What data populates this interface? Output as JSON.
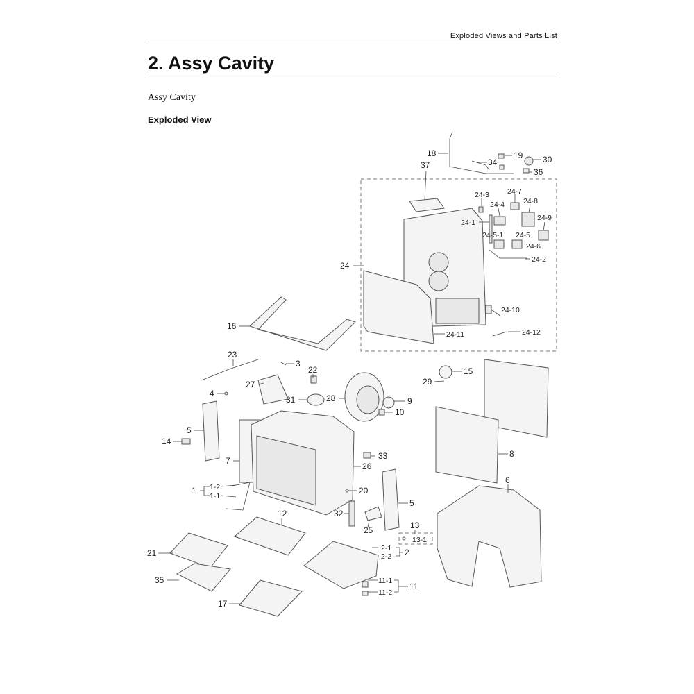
{
  "header": {
    "section_title": "Exploded Views and Parts List"
  },
  "page": {
    "title": "2.  Assy Cavity",
    "subtitle": "Assy Cavity",
    "section_label": "Exploded View"
  },
  "callouts": {
    "c1": "1",
    "c1_2": "1-2",
    "c1_1": "1-1",
    "c2": "2",
    "c2_1": "2-1",
    "c2_2": "2-2",
    "c3": "3",
    "c4": "4",
    "c5a": "5",
    "c5b": "5",
    "c6": "6",
    "c7": "7",
    "c8": "8",
    "c9": "9",
    "c10": "10",
    "c11": "11",
    "c11_1": "11-1",
    "c11_2": "11-2",
    "c12": "12",
    "c13": "13",
    "c13_1": "13-1",
    "c14": "14",
    "c15": "15",
    "c16": "16",
    "c17": "17",
    "c18": "18",
    "c19": "19",
    "c20": "20",
    "c21": "21",
    "c22": "22",
    "c23": "23",
    "c24": "24",
    "c24_1": "24-1",
    "c24_2": "24-2",
    "c24_3": "24-3",
    "c24_4": "24-4",
    "c24_5": "24-5",
    "c24_5_1": "24-5-1",
    "c24_6": "24-6",
    "c24_7": "24-7",
    "c24_8": "24-8",
    "c24_9": "24-9",
    "c24_10": "24-10",
    "c24_11": "24-11",
    "c24_12": "24-12",
    "c25": "25",
    "c26": "26",
    "c27": "27",
    "c28": "28",
    "c29": "29",
    "c30": "30",
    "c31": "31",
    "c32": "32",
    "c33": "33",
    "c34": "34",
    "c35": "35",
    "c36": "36",
    "c37": "37"
  }
}
